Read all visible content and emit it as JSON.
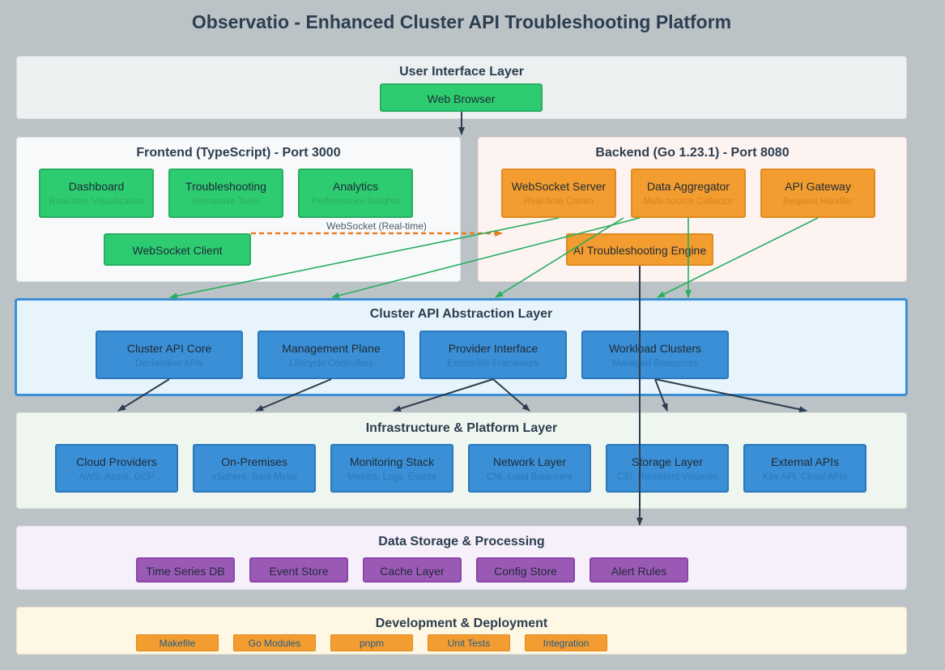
{
  "title": "Observatio - Enhanced Cluster API Troubleshooting Platform",
  "layers": {
    "ui": {
      "title": "User Interface Layer",
      "browser": "Web Browser"
    },
    "frontend": {
      "title": "Frontend (TypeScript) - Port 3000",
      "nodes": [
        {
          "name": "Dashboard",
          "sub": "Real-time Visualization"
        },
        {
          "name": "Troubleshooting",
          "sub": "Interactive Tools"
        },
        {
          "name": "Analytics",
          "sub": "Performance Insights"
        }
      ],
      "ws_client": "WebSocket Client"
    },
    "backend": {
      "title": "Backend (Go 1.23.1) - Port 8080",
      "nodes": [
        {
          "name": "WebSocket Server",
          "sub": "Real-time Comm"
        },
        {
          "name": "Data Aggregator",
          "sub": "Multi-source Collector"
        },
        {
          "name": "API Gateway",
          "sub": "Request Handler"
        }
      ],
      "ai_engine": "AI Troubleshooting Engine"
    },
    "capi": {
      "title": "Cluster API Abstraction Layer",
      "nodes": [
        {
          "name": "Cluster API Core",
          "sub": "Declarative APIs"
        },
        {
          "name": "Management Plane",
          "sub": "Lifecycle Controllers"
        },
        {
          "name": "Provider Interface",
          "sub": "Extensible Framework"
        },
        {
          "name": "Workload Clusters",
          "sub": "Managed Resources"
        }
      ]
    },
    "infra": {
      "title": "Infrastructure & Platform Layer",
      "nodes": [
        {
          "name": "Cloud Providers",
          "sub": "AWS, Azure, GCP"
        },
        {
          "name": "On-Premises",
          "sub": "vSphere, Bare Metal"
        },
        {
          "name": "Monitoring Stack",
          "sub": "Metrics, Logs, Events"
        },
        {
          "name": "Network Layer",
          "sub": "CNI, Load Balancers"
        },
        {
          "name": "Storage Layer",
          "sub": "CSI, Persistent Volumes"
        },
        {
          "name": "External APIs",
          "sub": "K8s API, Cloud APIs"
        }
      ]
    },
    "storage": {
      "title": "Data Storage & Processing",
      "nodes": [
        "Time Series DB",
        "Event Store",
        "Cache Layer",
        "Config Store",
        "Alert Rules"
      ]
    },
    "devops": {
      "title": "Development & Deployment",
      "nodes": [
        "Makefile",
        "Go Modules",
        "pnpm",
        "Unit Tests",
        "Integration"
      ]
    }
  },
  "edge_labels": {
    "websocket": "WebSocket (Real-time)"
  },
  "colors": {
    "background": "#bcc3c7",
    "green": "#2ecc71",
    "orange": "#f39c2f",
    "blue": "#3b8fd6",
    "purple": "#9b59b6",
    "arrow_green": "#27ae60",
    "arrow_dark": "#2c3e50",
    "dashed_orange": "#e67e22"
  }
}
